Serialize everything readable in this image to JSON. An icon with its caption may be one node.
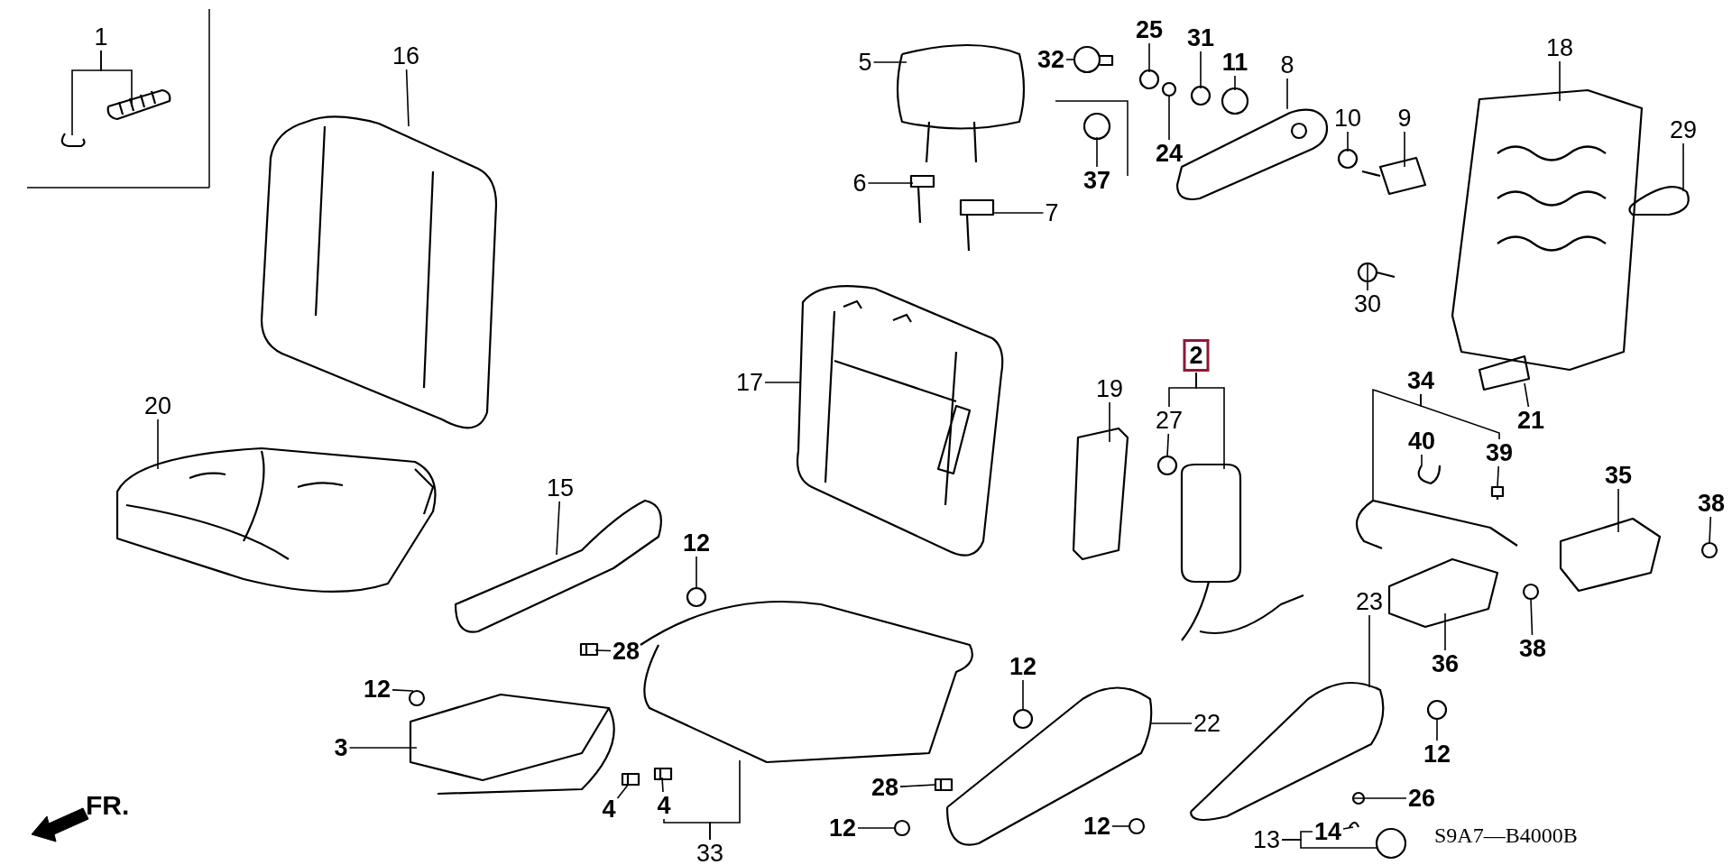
{
  "diagram": {
    "nodes": [
      {
        "text": [
          "1"
        ]
      },
      {
        "text": [
          "16"
        ]
      },
      {
        "text": [
          "5"
        ]
      },
      {
        "text": [
          "32"
        ]
      },
      {
        "text": [
          "25"
        ]
      },
      {
        "text": [
          "31"
        ]
      },
      {
        "text": [
          "11"
        ]
      },
      {
        "text": [
          "8"
        ]
      },
      {
        "text": [
          "18"
        ]
      },
      {
        "text": [
          "10"
        ]
      },
      {
        "text": [
          "9"
        ]
      },
      {
        "text": [
          "29"
        ]
      },
      {
        "text": [
          "6"
        ]
      },
      {
        "text": [
          "7"
        ]
      },
      {
        "text": [
          "37"
        ]
      },
      {
        "text": [
          "24"
        ]
      },
      {
        "text": [
          "30"
        ]
      },
      {
        "text": [
          "17"
        ]
      },
      {
        "text": [
          "2"
        ]
      },
      {
        "text": [
          "27"
        ]
      },
      {
        "text": [
          "19"
        ]
      },
      {
        "text": [
          "21"
        ]
      },
      {
        "text": [
          "34"
        ]
      },
      {
        "text": [
          "40"
        ]
      },
      {
        "text": [
          "39"
        ]
      },
      {
        "text": [
          "35"
        ]
      },
      {
        "text": [
          "38"
        ]
      },
      {
        "text": [
          "20"
        ]
      },
      {
        "text": [
          "15"
        ]
      },
      {
        "text": [
          "12"
        ]
      },
      {
        "text": [
          "28"
        ]
      },
      {
        "text": [
          "12"
        ]
      },
      {
        "text": [
          "3"
        ]
      },
      {
        "text": [
          "4"
        ]
      },
      {
        "text": [
          "4"
        ]
      },
      {
        "text": [
          "33"
        ]
      },
      {
        "text": [
          "12"
        ]
      },
      {
        "text": [
          "28"
        ]
      },
      {
        "text": [
          "12"
        ]
      },
      {
        "text": [
          "22"
        ]
      },
      {
        "text": [
          "12"
        ]
      },
      {
        "text": [
          "23"
        ]
      },
      {
        "text": [
          "36"
        ]
      },
      {
        "text": [
          "38"
        ]
      },
      {
        "text": [
          "12"
        ]
      },
      {
        "text": [
          "26"
        ]
      },
      {
        "text": [
          "13"
        ]
      },
      {
        "text": [
          "14"
        ]
      },
      {
        "text": [],
        "shape": "picture"
      },
      {
        "text": [],
        "shape": "picture"
      },
      {
        "text": [],
        "shape": "picture"
      },
      {
        "text": [],
        "shape": "picture"
      },
      {
        "text": [],
        "shape": "picture"
      },
      {
        "text": [],
        "shape": "picture"
      },
      {
        "text": [],
        "shape": "picture"
      },
      {
        "text": [],
        "shape": "picture"
      },
      {
        "text": [],
        "shape": "picture"
      },
      {
        "text": [],
        "shape": "picture"
      },
      {
        "text": [],
        "shape": "picture"
      },
      {
        "text": [],
        "shape": "picture"
      },
      {
        "text": [],
        "shape": "picture"
      },
      {
        "text": [],
        "shape": "picture"
      },
      {
        "text": [],
        "shape": "picture"
      },
      {
        "text": [],
        "shape": "picture"
      },
      {
        "text": [],
        "shape": "picture"
      },
      {
        "text": [],
        "shape": "picture"
      },
      {
        "text": [],
        "shape": "picture"
      },
      {
        "text": [],
        "shape": "picture"
      },
      {
        "text": [],
        "shape": "picture"
      },
      {
        "text": [],
        "shape": "picture"
      },
      {
        "text": [],
        "shape": "picture"
      },
      {
        "text": [],
        "shape": "picture"
      },
      {
        "text": [],
        "shape": "picture"
      },
      {
        "text": [],
        "shape": "picture"
      },
      {
        "text": [],
        "shape": "picture"
      },
      {
        "text": [],
        "shape": "picture"
      },
      {
        "text": [],
        "shape": "picture"
      },
      {
        "text": [],
        "shape": "picture"
      },
      {
        "text": [],
        "shape": "picture"
      },
      {
        "text": [],
        "shape": "picture"
      },
      {
        "text": [],
        "shape": "picture"
      },
      {
        "text": [],
        "shape": "picture"
      },
      {
        "text": [],
        "shape": "picture"
      },
      {
        "text": [],
        "shape": "picture"
      },
      {
        "text": [],
        "shape": "picture"
      },
      {
        "text": [],
        "shape": "picture"
      },
      {
        "text": [],
        "shape": "picture"
      },
      {
        "text": [],
        "shape": "picture"
      },
      {
        "text": [],
        "shape": "picture"
      },
      {
        "text": [],
        "shape": "picture"
      },
      {
        "text": [],
        "shape": "picture"
      },
      {
        "text": [],
        "shape": "picture"
      },
      {
        "text": [],
        "shape": "picture"
      },
      {
        "text": [],
        "shape": "picture"
      },
      {
        "text": [],
        "shape": "picture"
      },
      {
        "text": [],
        "shape": "picture"
      },
      {
        "text": [],
        "shape": "picture"
      }
    ],
    "edges": [
      {
        "from": 0,
        "to": 48,
        "arrow": "none"
      },
      {
        "from": 0,
        "to": 49,
        "arrow": "none"
      },
      {
        "from": 1,
        "to": 50,
        "arrow": "none"
      },
      {
        "from": 2,
        "to": 51,
        "arrow": "none"
      },
      {
        "from": 3,
        "to": 52,
        "arrow": "none"
      },
      {
        "from": 4,
        "to": 53,
        "arrow": "none"
      },
      {
        "from": 5,
        "to": 54,
        "arrow": "none"
      },
      {
        "from": 6,
        "to": 55,
        "arrow": "none"
      },
      {
        "from": 7,
        "to": 56,
        "arrow": "none"
      },
      {
        "from": 8,
        "to": 57,
        "arrow": "none"
      },
      {
        "from": 9,
        "to": 58,
        "arrow": "none"
      },
      {
        "from": 10,
        "to": 59,
        "arrow": "none"
      },
      {
        "from": 11,
        "to": 60,
        "arrow": "none"
      },
      {
        "from": 12,
        "to": 61,
        "arrow": "none"
      },
      {
        "from": 13,
        "to": 62,
        "arrow": "none"
      },
      {
        "from": 14,
        "to": 63,
        "arrow": "none"
      },
      {
        "from": 15,
        "to": 64,
        "arrow": "none"
      },
      {
        "from": 16,
        "to": 65,
        "arrow": "none"
      },
      {
        "from": 17,
        "to": 66,
        "arrow": "none"
      },
      {
        "from": 18,
        "to": 67,
        "arrow": "none"
      },
      {
        "from": 18,
        "to": 19,
        "arrow": "none"
      },
      {
        "from": 19,
        "to": 68,
        "arrow": "none"
      },
      {
        "from": 20,
        "to": 69,
        "arrow": "none"
      },
      {
        "from": 21,
        "to": 70,
        "arrow": "none"
      },
      {
        "from": 22,
        "to": 71,
        "arrow": "none"
      },
      {
        "from": 22,
        "to": 24,
        "arrow": "none"
      },
      {
        "from": 23,
        "to": 72,
        "arrow": "none"
      },
      {
        "from": 24,
        "to": 73,
        "arrow": "none"
      },
      {
        "from": 25,
        "to": 74,
        "arrow": "none"
      },
      {
        "from": 26,
        "to": 75,
        "arrow": "none"
      },
      {
        "from": 27,
        "to": 76,
        "arrow": "none"
      },
      {
        "from": 28,
        "to": 77,
        "arrow": "none"
      },
      {
        "from": 29,
        "to": 78,
        "arrow": "none"
      },
      {
        "from": 30,
        "to": 79,
        "arrow": "none"
      },
      {
        "from": 31,
        "to": 80,
        "arrow": "none"
      },
      {
        "from": 32,
        "to": 81,
        "arrow": "none"
      },
      {
        "from": 33,
        "to": 82,
        "arrow": "none"
      },
      {
        "from": 34,
        "to": 83,
        "arrow": "none"
      },
      {
        "from": 35,
        "to": 84,
        "arrow": "none"
      },
      {
        "from": 35,
        "to": 34,
        "arrow": "none"
      },
      {
        "from": 36,
        "to": 85,
        "arrow": "none"
      },
      {
        "from": 37,
        "to": 86,
        "arrow": "none"
      },
      {
        "from": 38,
        "to": 87,
        "arrow": "none"
      },
      {
        "from": 39,
        "to": 88,
        "arrow": "none"
      },
      {
        "from": 40,
        "to": 89,
        "arrow": "none"
      },
      {
        "from": 41,
        "to": 90,
        "arrow": "none"
      },
      {
        "from": 42,
        "to": 91,
        "arrow": "none"
      },
      {
        "from": 43,
        "to": 92,
        "arrow": "none"
      },
      {
        "from": 44,
        "to": 93,
        "arrow": "none"
      },
      {
        "from": 45,
        "to": 94,
        "arrow": "none"
      },
      {
        "from": 46,
        "to": 95,
        "arrow": "none"
      },
      {
        "from": 46,
        "to": 47,
        "arrow": "none"
      },
      {
        "from": 47,
        "to": 96,
        "arrow": "none"
      }
    ],
    "labels": [
      "FR.",
      "S9A7—B4000B"
    ]
  }
}
